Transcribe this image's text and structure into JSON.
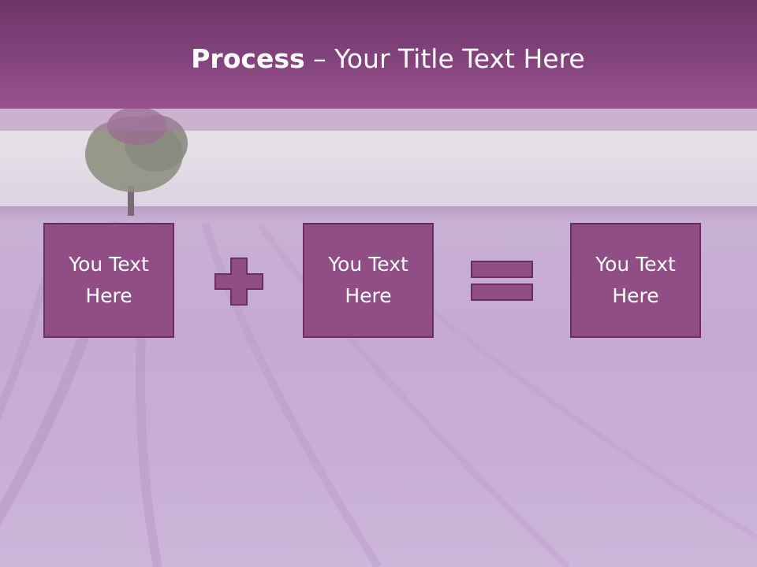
{
  "slide": {
    "title_bold": "Process",
    "title_rest": " – Your Title Text Here"
  },
  "process": {
    "boxes": [
      {
        "text": "You Text Here"
      },
      {
        "text": "You Text Here"
      },
      {
        "text": "You Text Here"
      }
    ],
    "operators": [
      "plus-icon",
      "equals-icon"
    ]
  },
  "colors": {
    "header": "#84437d",
    "box_fill": "#914d86",
    "box_border": "#6a2f62",
    "text": "#ffffff"
  }
}
